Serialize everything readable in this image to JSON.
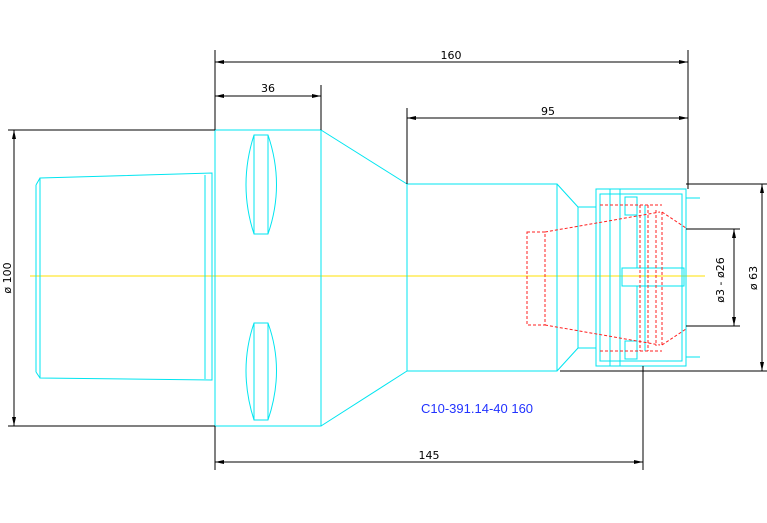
{
  "dimensions": {
    "overall_length": "160",
    "flange_width": "36",
    "nose_length": "95",
    "gauge_length": "145",
    "shank_diameter": "ø 100",
    "nut_diameter": "ø 63",
    "clamping_range": "ø3 - ø26"
  },
  "part_number": "C10-391.14-40 160",
  "colors": {
    "outline": "#00e5f0",
    "hidden": "#ff2020",
    "centerline": "#ffe000",
    "dimension": "#000000",
    "label": "#2233ff"
  }
}
